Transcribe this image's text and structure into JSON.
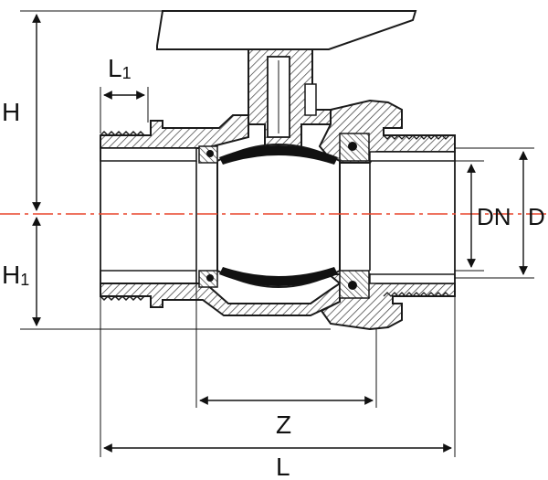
{
  "labels": {
    "H": "H",
    "H1_main": "H",
    "H1_sub": "1",
    "L1_main": "L",
    "L1_sub": "1",
    "DN": "DN",
    "D": "D",
    "Z": "Z",
    "L": "L"
  },
  "colors": {
    "line": "#1a1a1a",
    "hatch": "#333333",
    "centerline": "#e8452c",
    "fill_light": "#ffffff",
    "fill_seal": "#111111"
  }
}
